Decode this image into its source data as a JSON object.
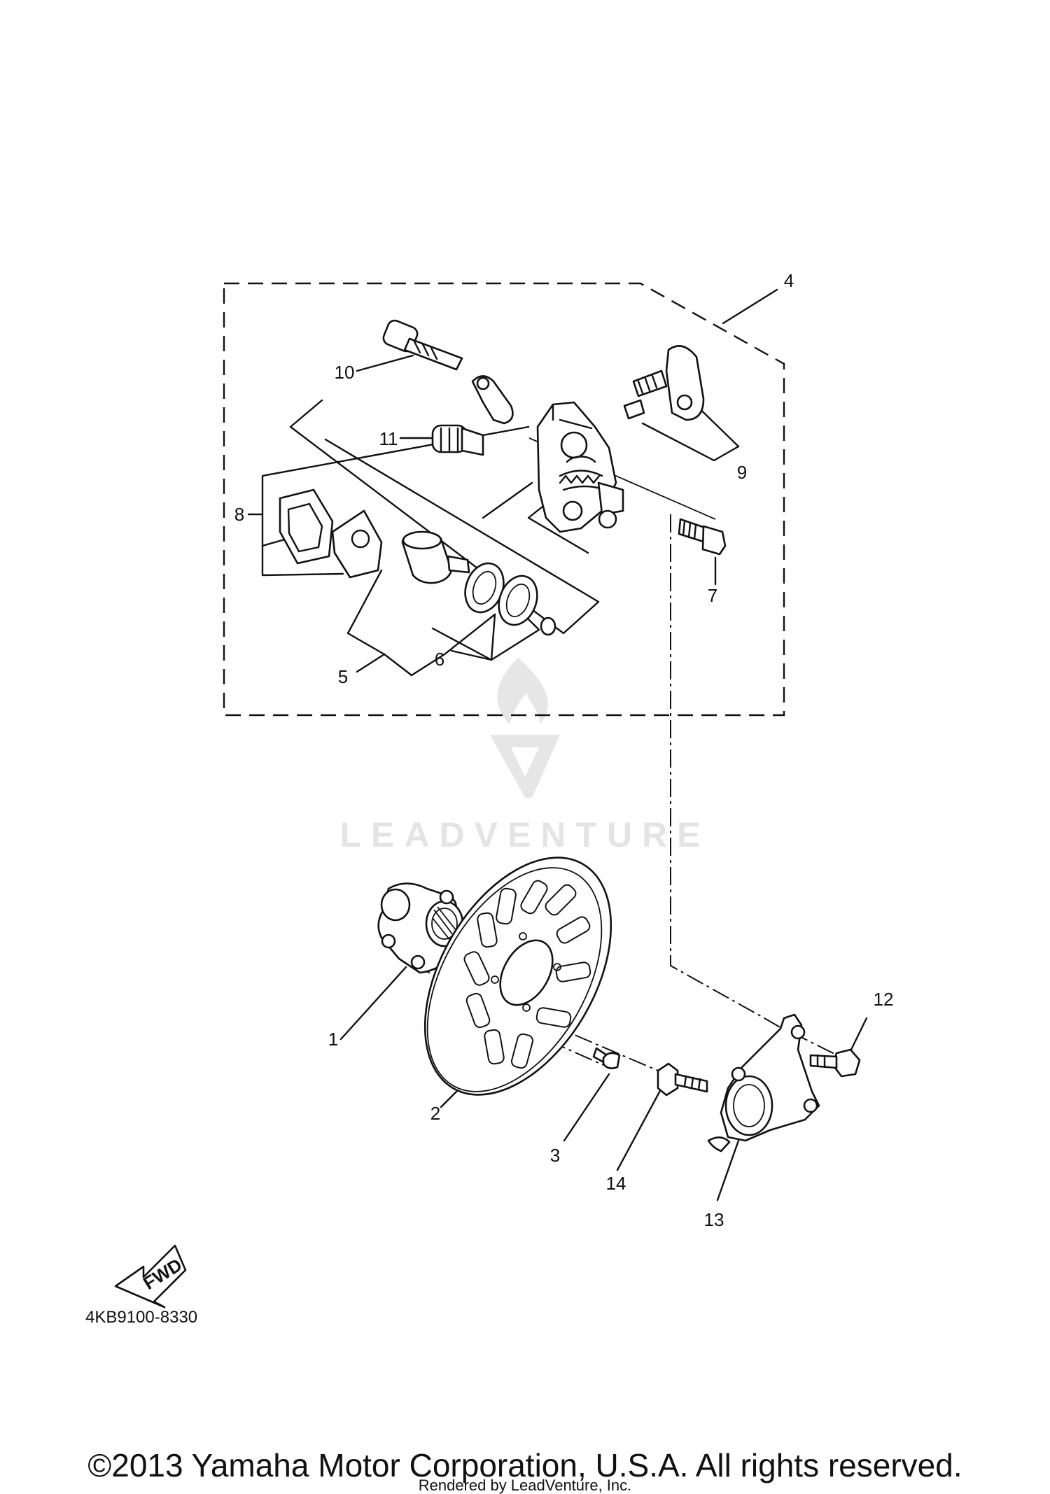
{
  "diagram": {
    "callouts": [
      "1",
      "2",
      "3",
      "4",
      "5",
      "6",
      "7",
      "8",
      "9",
      "10",
      "11",
      "12",
      "13",
      "14"
    ],
    "fwd_label": "FWD",
    "diagram_code": "4KB9100-8330",
    "watermark_text": "LEADVENTURE",
    "copyright": "©2013 Yamaha Motor Corporation, U.S.A. All rights reserved.",
    "rendered_by": "Rendered by LeadVenture, Inc."
  }
}
